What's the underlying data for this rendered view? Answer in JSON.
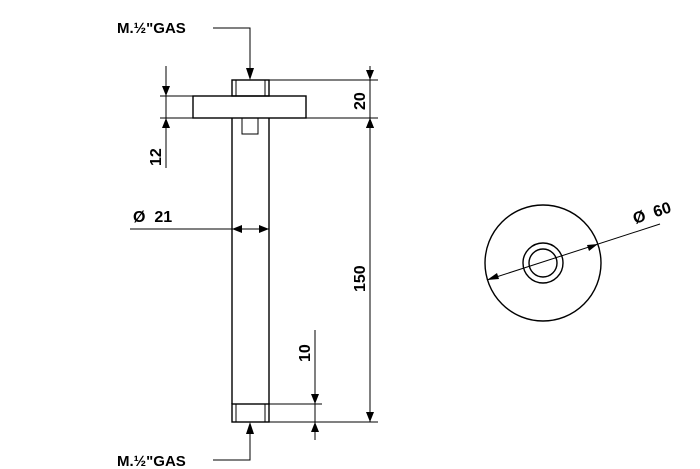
{
  "labels": {
    "thread_top": "M.½\"GAS",
    "thread_bottom": "M.½\"GAS",
    "dim_flange_height": "20",
    "dim_flange_offset": "12",
    "dim_diameter_pipe": "Ø  21",
    "dim_length": "150",
    "dim_thread_length": "10",
    "dim_diameter_flange": "Ø  60"
  },
  "colors": {
    "ink": "#000000",
    "background": "#ffffff"
  }
}
